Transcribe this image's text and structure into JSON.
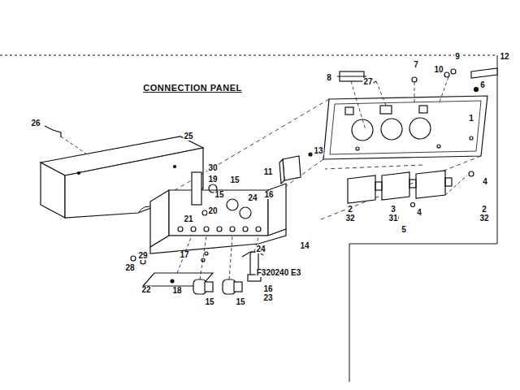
{
  "diagram": {
    "title": "CONNECTION PANEL",
    "labels": [
      "26",
      "25",
      "8",
      "27",
      "7",
      "9",
      "10",
      "12",
      "6",
      "1",
      "11",
      "13",
      "30",
      "19",
      "15",
      "15",
      "24",
      "16",
      "20",
      "21",
      "4",
      "2",
      "32",
      "3",
      "31",
      "2",
      "32",
      "4",
      "5",
      "14",
      "28",
      "29",
      "17",
      "24",
      "22",
      "18",
      "15",
      "15",
      "16",
      "23",
      "F320240 E3"
    ]
  }
}
